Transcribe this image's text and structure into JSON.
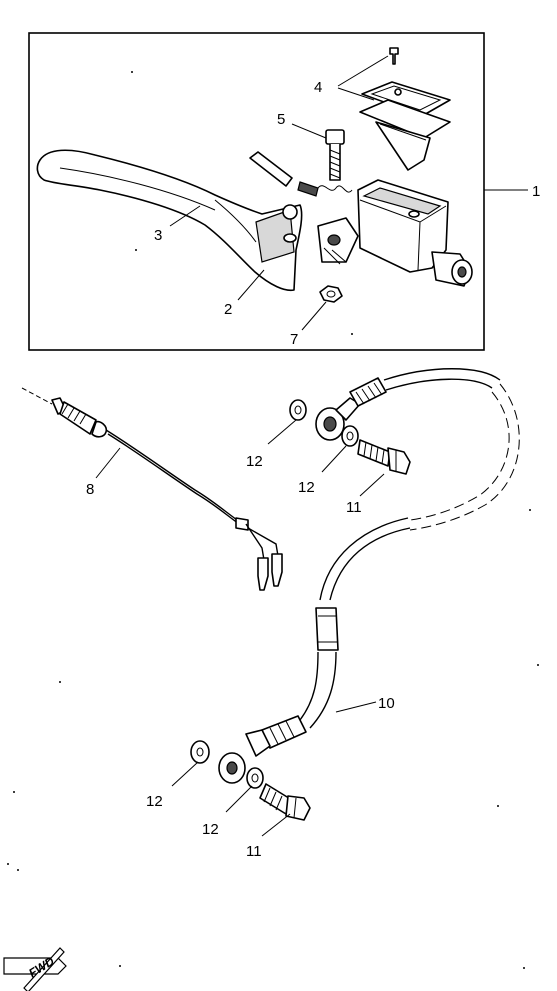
{
  "callouts": {
    "c1": "1",
    "c2": "2",
    "c3": "3",
    "c4": "4",
    "c5": "5",
    "c7": "7",
    "c8": "8",
    "c10": "10",
    "c11a": "11",
    "c11b": "11",
    "c12a": "12",
    "c12b": "12",
    "c12c": "12",
    "c12d": "12"
  },
  "fwd_badge": {
    "text": "FWD"
  }
}
